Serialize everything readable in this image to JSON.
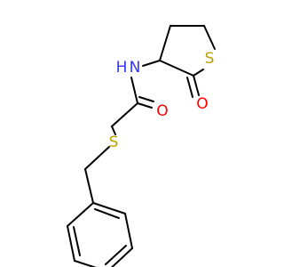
{
  "molecule": {
    "atoms": {
      "n": {
        "label": "N",
        "hydrogen": "H"
      },
      "o_amide": {
        "label": "O"
      },
      "o_ring": {
        "label": "O"
      },
      "s_ring": {
        "label": "S"
      },
      "s_thioether": {
        "label": "S"
      }
    }
  },
  "colors": {
    "bond": "#000000",
    "nitrogen": "#3333ff",
    "oxygen": "#ff0000",
    "sulfur": "#b8a100",
    "background": "#ffffff"
  }
}
